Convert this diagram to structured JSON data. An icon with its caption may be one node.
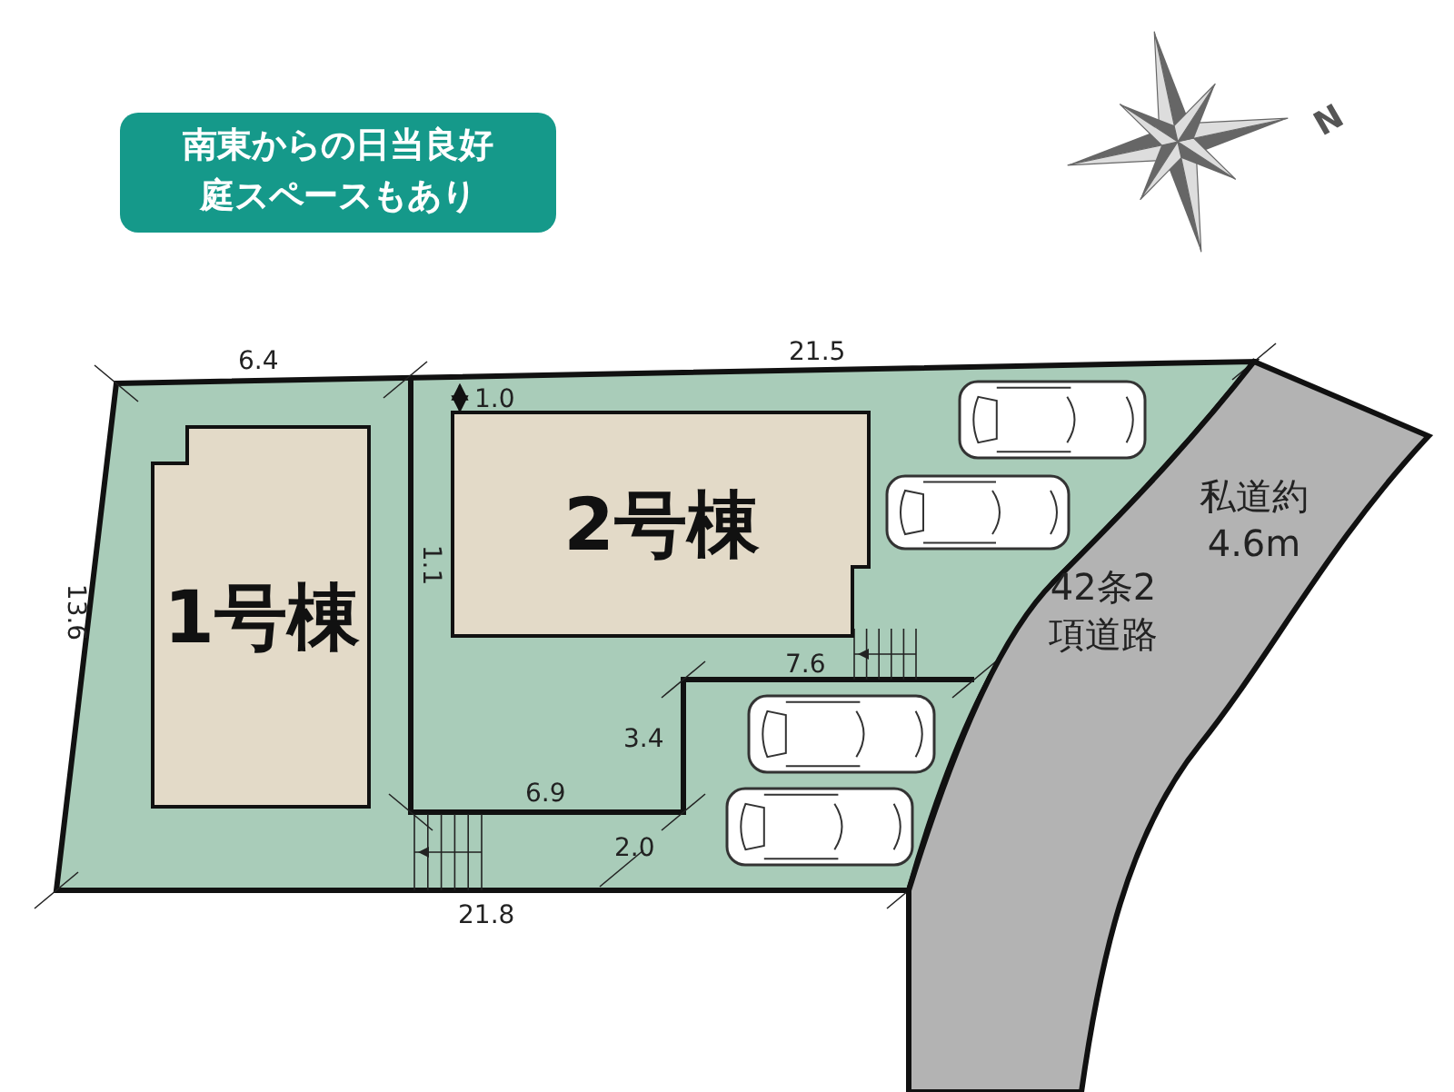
{
  "diagram": {
    "nodes": [
      {
        "text": [
          "南東からの日当良好庭スペースもあり"
        ]
      },
      {
        "text": [
          "1号棟"
        ]
      },
      {
        "text": [
          "2号棟"
        ]
      },
      {
        "text": [
          "私道約4.6m",
          "42条2項道路"
        ]
      }
    ],
    "labels": [
      "N",
      "6.4",
      "21.5",
      "1.0",
      "13.6",
      "1.1",
      "7.6",
      "3.4",
      "6.9",
      "2.0",
      "21.8"
    ]
  }
}
